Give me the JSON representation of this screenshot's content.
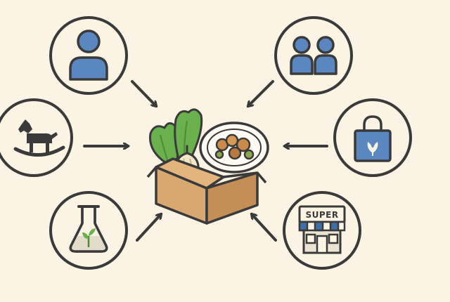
{
  "colors": {
    "background": "#fbf4e4",
    "outline": "#3a3a3a",
    "circle_fill": "#fbf4e4",
    "person_blue": "#5b87c0",
    "box_tan": "#d9a871",
    "box_tan_dark": "#c48f57",
    "leaf_green": "#6ab04c",
    "leaf_green_dark": "#4f8a37",
    "plate_white": "#fdfbf3",
    "food_brown": "#c98a4b",
    "food_green": "#8aa84a",
    "awning_blue": "#3f6fa8",
    "onion_cream": "#f1e6c6",
    "flask_liquid": "#e4dccb"
  },
  "nodes": [
    {
      "id": "individual",
      "icon": "person-icon"
    },
    {
      "id": "family",
      "icon": "family-icon"
    },
    {
      "id": "childcare",
      "icon": "rocking-horse-icon"
    },
    {
      "id": "retail",
      "icon": "shopping-bag-icon"
    },
    {
      "id": "laboratory",
      "icon": "flask-icon"
    },
    {
      "id": "supermarket",
      "icon": "store-icon"
    }
  ],
  "center": {
    "icon": "food-box-icon"
  },
  "store_sign": "SUPER"
}
